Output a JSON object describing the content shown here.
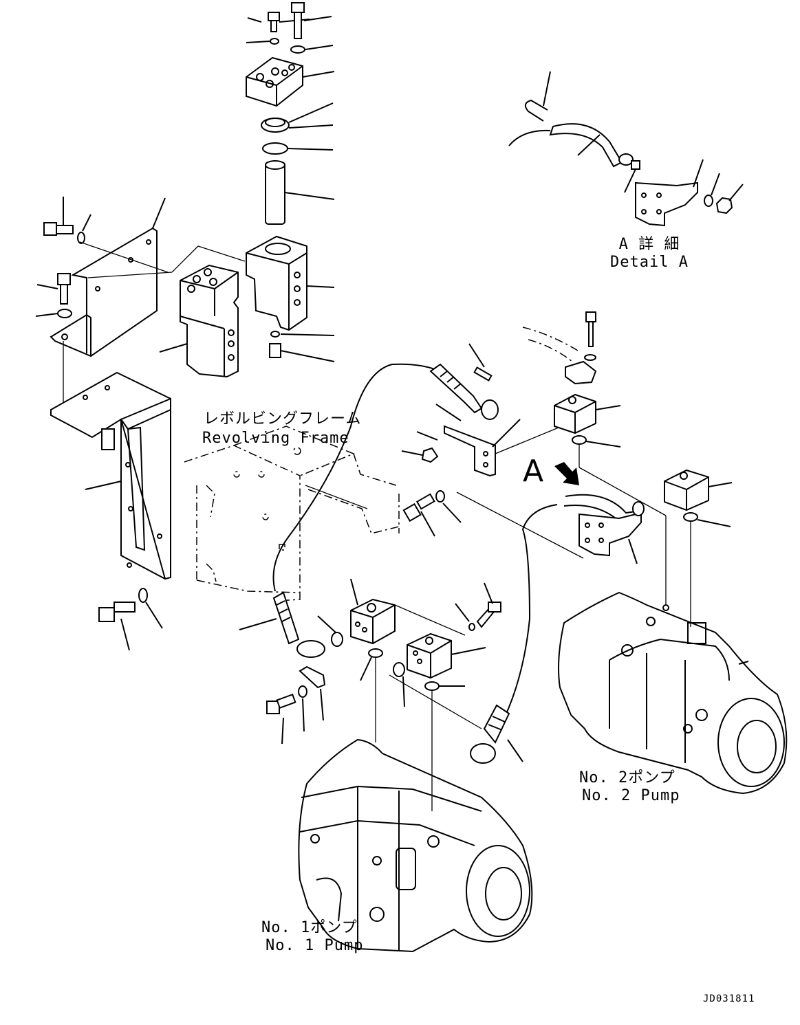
{
  "labels": {
    "detail_jp": "A 詳 細",
    "detail_en": "Detail A",
    "frame_jp": "レボルビングフレーム",
    "frame_en": "Revolving Frame",
    "view_marker": "A",
    "pump2_jp": "No. 2ポンプ",
    "pump2_en": "No. 2 Pump",
    "pump1_jp": "No. 1ポンプ",
    "pump1_en": "No. 1 Pump",
    "drawing_no": "JD031811"
  }
}
